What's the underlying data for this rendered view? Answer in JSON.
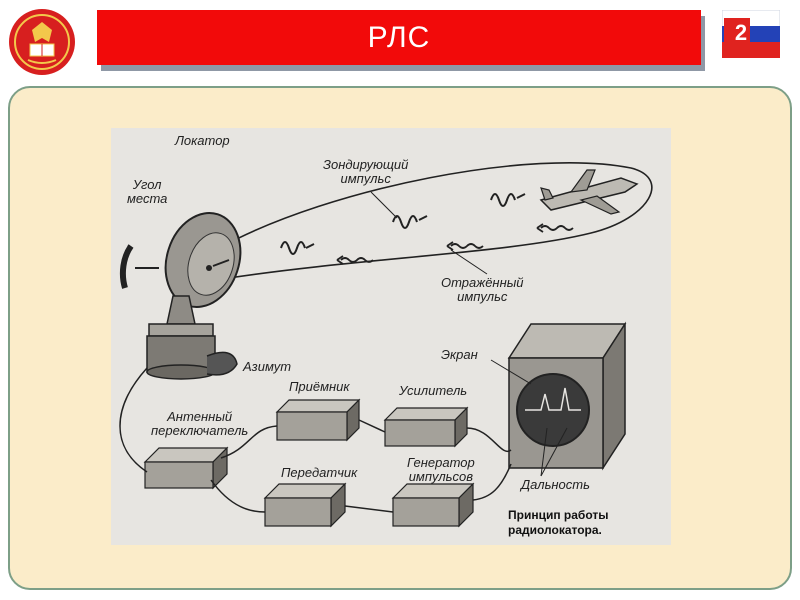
{
  "header": {
    "title": "РЛС"
  },
  "slide": {
    "number": "2"
  },
  "diagram": {
    "labels": {
      "locator": "Локатор",
      "elevation_angle": "Угол\nместа",
      "probing_pulse": "Зондирующий\nимпульс",
      "reflected_pulse": "Отражённый\nимпульс",
      "azimuth": "Азимут",
      "antenna_switch": "Антенный\nпереключатель",
      "receiver": "Приёмник",
      "amplifier": "Усилитель",
      "screen": "Экран",
      "transmitter": "Передатчик",
      "pulse_generator": "Генератор\nимпульсов",
      "range": "Дальность",
      "caption": "Принцип работы\nрадиолокатора."
    }
  },
  "colors": {
    "title_bar": "#f20a0a",
    "panel_bg": "#fbecc9",
    "panel_border": "#7d9f87"
  }
}
